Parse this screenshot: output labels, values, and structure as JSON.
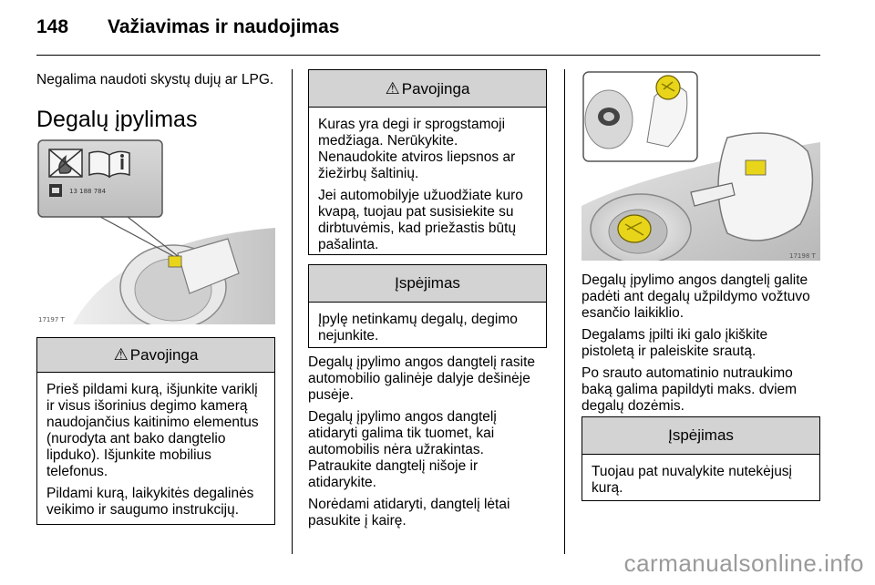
{
  "header": {
    "page_number": "148",
    "title": "Važiavimas ir naudojimas"
  },
  "col1": {
    "intro": "Negalima naudoti skystų dujų ar LPG.",
    "section_title": "Degalų įpylimas",
    "figure1": {
      "label_code": "13 188 784",
      "figure_code": "17197 T"
    },
    "warning": {
      "title": "Pavojinga",
      "paragraphs": [
        "Prieš pildami kurą, išjunkite variklį ir visus išorinius degimo kamerą naudojančius kaitinimo elementus (nurodyta ant bako dangtelio lipduko). Išjunkite mobilius telefonus.",
        "Pildami kurą, laikykitės degalinės veikimo ir saugumo instrukcijų."
      ]
    }
  },
  "col2": {
    "danger": {
      "title": "Pavojinga",
      "paragraphs": [
        "Kuras yra degi ir sprogstamoji medžiaga. Nerūkykite. Nenaudokite atviros liepsnos ar žiežirbų šaltinių.",
        "Jei automobilyje užuodžiate kuro kvapą, tuojau pat susisiekite su dirbtuvėmis, kad priežastis būtų pašalinta."
      ]
    },
    "caution": {
      "title": "Įspėjimas",
      "paragraphs": [
        "Įpylę netinkamų degalų, degimo nejunkite."
      ]
    },
    "paragraphs": [
      "Degalų įpylimo angos dangtelį rasite automobilio galinėje dalyje dešinėje pusėje.",
      "Degalų įpylimo angos dangtelį atidaryti galima tik tuomet, kai automobilis nėra užrakintas. Patraukite dangtelį nišoje ir atidarykite.",
      "Norėdami atidaryti, dangtelį lėtai pasukite į kairę."
    ]
  },
  "col3": {
    "figure2": {
      "figure_code": "17198 T"
    },
    "paragraphs": [
      "Degalų įpylimo angos dangtelį galite padėti ant degalų užpildymo vožtuvo esančio laikiklio.",
      "Degalams įpilti iki galo įkiškite pistoletą ir paleiskite srautą.",
      "Po srauto automatinio nutraukimo baką galima papildyti maks. dviem degalų dozėmis."
    ],
    "caution": {
      "title": "Įspėjimas",
      "paragraphs": [
        "Tuojau pat nuvalykite nutekėjusį kurą."
      ]
    }
  },
  "watermark": "carmanualsonline.info",
  "colors": {
    "box_header": "#d3d3d3",
    "cap_yellow": "#e8d51a",
    "figure_grey": "#c9c9c9"
  }
}
